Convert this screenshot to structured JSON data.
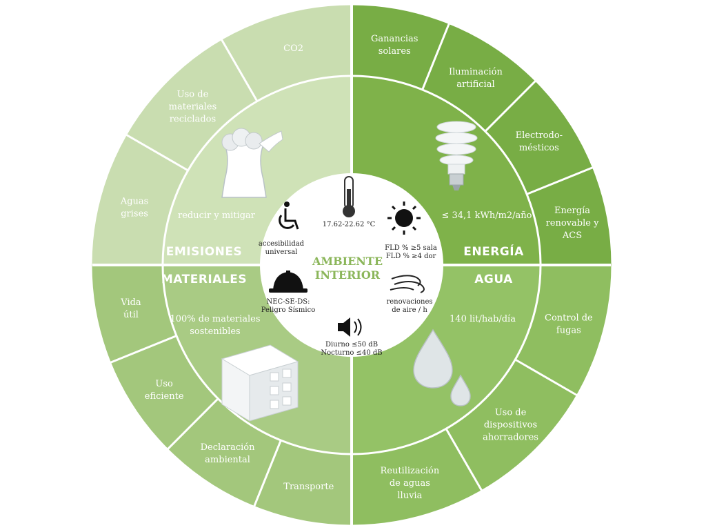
{
  "center": {
    "title_line1": "AMBIENTE",
    "title_line2": "INTERIOR",
    "items": {
      "temperature": "17.62-22.62 °C",
      "daylight_line1": "FLD % ≥5 sala",
      "daylight_line2": "FLD % ≥4 dor",
      "ventilation_line1": "renovaciones",
      "ventilation_line2": "de aire / h",
      "noise_line1": "Diurno ≤50 dB",
      "noise_line2": "Nocturno ≤40 dB",
      "seismic_line1": "NEC-SE-DS:",
      "seismic_line2": "Peligro Sísmico",
      "access_line1": "accesibilidad",
      "access_line2": "universal"
    }
  },
  "quadrants": {
    "emisiones": {
      "title": "EMISIONES",
      "goal": "reducir y mitigar",
      "icon": "factory-icon",
      "color": "#cfe2b7"
    },
    "energia": {
      "title": "ENERGÍA",
      "goal": "≤ 34,1 kWh/m2/año",
      "icon": "lightbulb-icon",
      "color": "#7fb24a"
    },
    "agua": {
      "title": "AGUA",
      "goal": "140 lit/hab/día",
      "icon": "water-drop-icon",
      "color": "#94c266"
    },
    "materiales": {
      "title": "MATERIALES",
      "goal_line1": "100% de materiales",
      "goal_line2": "sostenibles",
      "icon": "brick-icon",
      "color": "#a9cb84"
    }
  },
  "outer": {
    "emisiones": [
      {
        "lines": [
          "Aguas",
          "grises"
        ]
      },
      {
        "lines": [
          "Uso de",
          "materiales",
          "reciclados"
        ]
      },
      {
        "lines": [
          "CO2"
        ]
      }
    ],
    "energia": [
      {
        "lines": [
          "Ganancias",
          "solares"
        ]
      },
      {
        "lines": [
          "Iluminación",
          "artificial"
        ]
      },
      {
        "lines": [
          "Electrodo-",
          "mésticos"
        ]
      },
      {
        "lines": [
          "Energía",
          "renovable y",
          "ACS"
        ]
      }
    ],
    "agua": [
      {
        "lines": [
          "Control de",
          "fugas"
        ]
      },
      {
        "lines": [
          "Uso de",
          "dispositivos",
          "ahorradores"
        ]
      },
      {
        "lines": [
          "Reutilización",
          "de aguas",
          "lluvia"
        ]
      }
    ],
    "materiales": [
      {
        "lines": [
          "Transporte"
        ]
      },
      {
        "lines": [
          "Declaración",
          "ambiental"
        ]
      },
      {
        "lines": [
          "Uso",
          "eficiente"
        ]
      },
      {
        "lines": [
          "Vida",
          "útil"
        ]
      }
    ]
  },
  "colors": {
    "emisiones_outer": "#c9ddb0",
    "energia_outer": "#78ad45",
    "agua_outer": "#8fbe60",
    "materiales_outer": "#a3c77c",
    "center_bg": "#ffffff",
    "center_title": "#8bb65a"
  }
}
